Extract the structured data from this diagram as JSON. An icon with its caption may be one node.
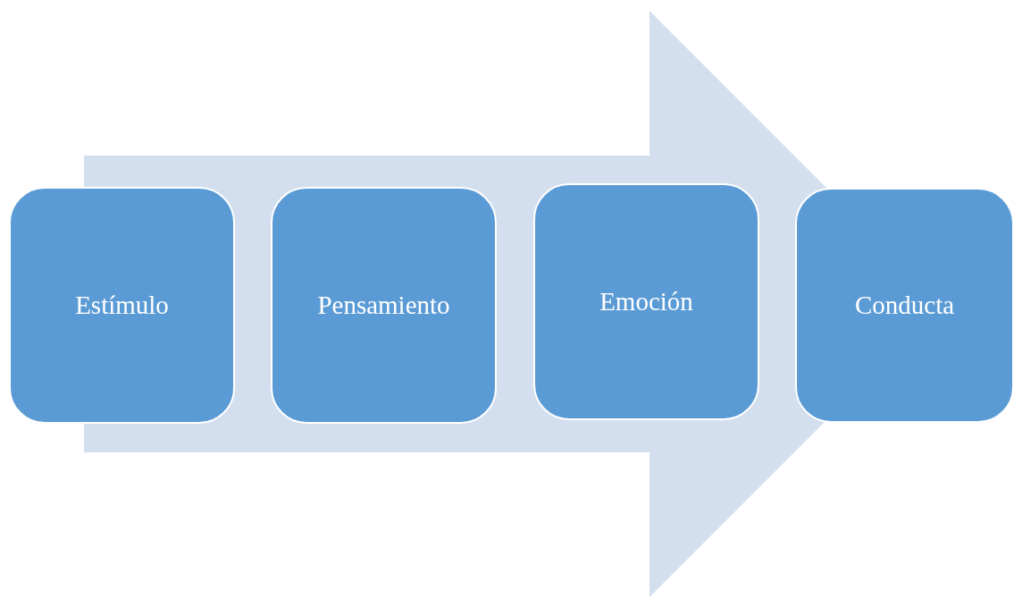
{
  "diagram": {
    "nodes": [
      {
        "text": [
          "Estímulo"
        ]
      },
      {
        "text": [
          "Pensamiento"
        ]
      },
      {
        "text": [
          "Emoción"
        ]
      },
      {
        "text": [
          "Conducta"
        ]
      }
    ],
    "edges": [
      {
        "from": 0,
        "to": 3,
        "arrow": "to"
      }
    ]
  }
}
